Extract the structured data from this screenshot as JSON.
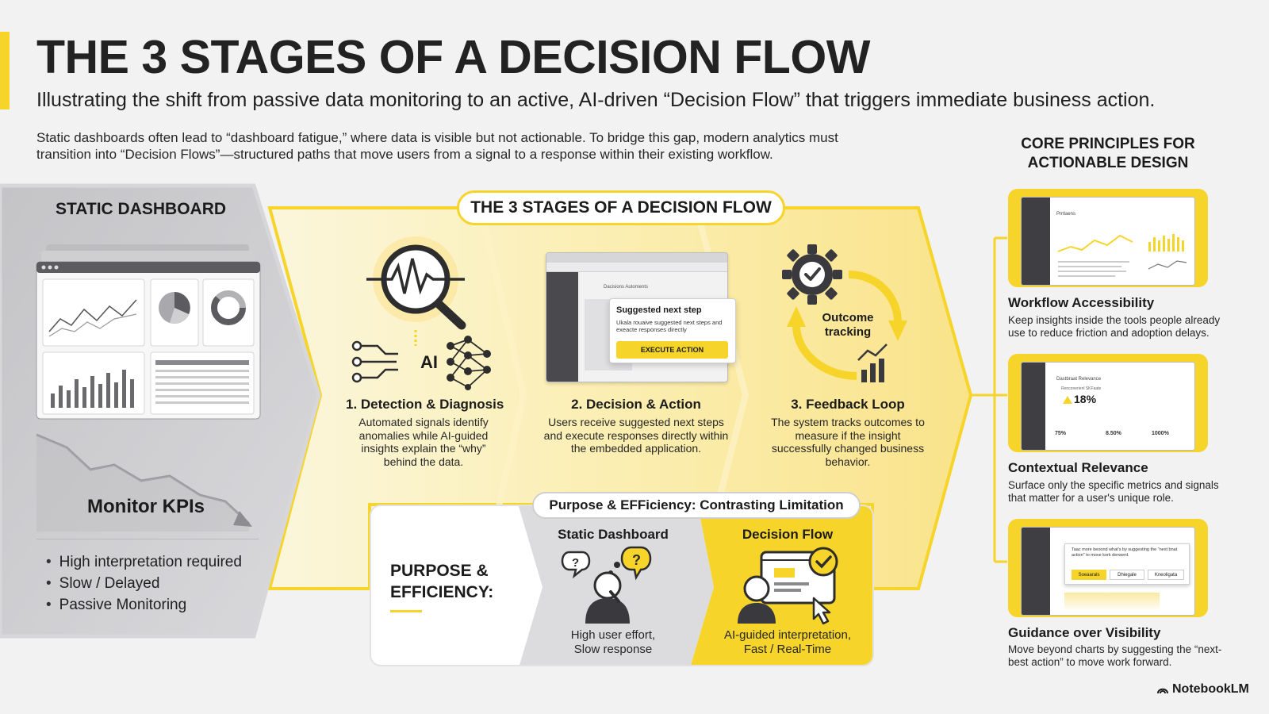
{
  "header": {
    "title": "THE 3 STAGES OF A DECISION FLOW",
    "subtitle": "Illustrating the shift from passive data monitoring to an active, AI-driven “Decision Flow” that triggers immediate business action.",
    "intro": "Static dashboards often lead to “dashboard fatigue,” where data is visible but not actionable. To bridge this gap, modern analytics must transition into “Decision Flows”—structured paths that move users from a signal to a response within their existing workflow."
  },
  "static_dashboard": {
    "title": "STATIC DASHBOARD",
    "monitor_label": "Monitor KPIs",
    "bullets": [
      "High interpretation required",
      "Slow / Delayed",
      "Passive Monitoring"
    ]
  },
  "stages": {
    "banner": "THE 3 STAGES OF A DECISION FLOW",
    "ai_label": "AI",
    "items": [
      {
        "title": "1. Detection & Diagnosis",
        "description": "Automated signals identify anomalies while AI-guided insights explain the “why” behind the data."
      },
      {
        "title": "2. Decision & Action",
        "description": "Users receive suggested next steps and execute responses directly within the embedded application."
      },
      {
        "title": "3. Feedback Loop",
        "description": "The system tracks outcomes to measure if the insight successfully changed business behavior."
      }
    ],
    "popup": {
      "header_text": "Dacisions Automents",
      "title": "Suggested next step",
      "body": "Ukala rouaive suggested next steps and exeacte responses directly",
      "button": "EXECUTE ACTION"
    },
    "outcome_label": "Outcome tracking"
  },
  "purpose": {
    "pill": "Purpose & EFFiciency: Contrasting Limitation",
    "label": "PURPOSE & EFFICIENCY:",
    "static": {
      "title": "Static Dashboard",
      "description": "High user effort, Slow response"
    },
    "flow": {
      "title": "Decision Flow",
      "description": "AI-guided interpretation, Fast / Real-Time"
    }
  },
  "principles": {
    "heading": "CORE PRINCIPLES FOR ACTIONABLE DESIGN",
    "items": [
      {
        "title": "Workflow Accessibility",
        "description": "Keep insights inside the tools people already use to reduce friction and adoption delays.",
        "screen_header": "Prrtlaens"
      },
      {
        "title": "Contextual Relevance",
        "description": "Surface only the specific metrics and signals that matter for a user's unique role.",
        "screen_header": "Dastbraat Relevance",
        "metric": "18%",
        "metric_note": "Renconerienl SKFaate",
        "stats": [
          "75%",
          "8.50%",
          "1000%"
        ]
      },
      {
        "title": "Guidance over Visibility",
        "description": "Move beyond charts by suggesting the “next-best action” to move work forward.",
        "popup_text": "Taac more beoond what's by suggesting the \"next bnat action\" to move kork derwerd.",
        "buttons": [
          "Soeaarals",
          "Dhiegale",
          "Kneoligata"
        ]
      }
    ]
  },
  "brand": "NotebookLM",
  "colors": {
    "accent": "#f6d42a",
    "dark": "#2d2d2d",
    "panel_gray": "#c8c8cb",
    "soft_yellow": "#fdf2b8"
  }
}
